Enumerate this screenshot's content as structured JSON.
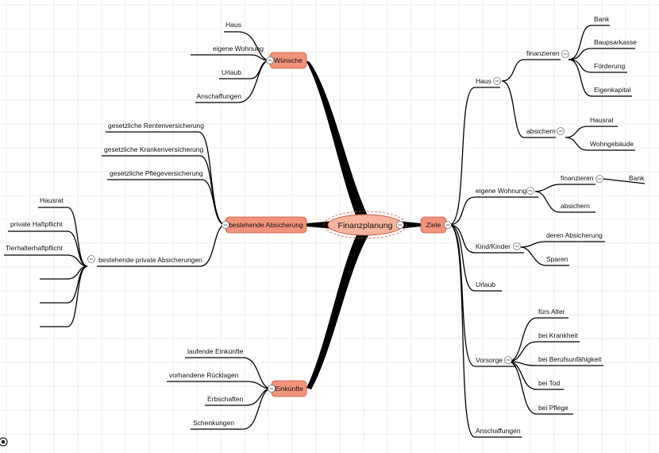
{
  "root": {
    "label": "Finanzplanung",
    "fill": "#f6b49e",
    "stroke": "#c65a3e"
  },
  "branch_fill": "#f2937a",
  "branch_stroke": "#c65a3e",
  "collapse_icon": "minus-circle-icon",
  "focus_icon": "target-dot-icon",
  "branches": {
    "wuensche": {
      "label": "Wünsche",
      "children": [
        "Haus",
        "eigene Wohnung",
        "Urlaub",
        "Anschaffungen"
      ]
    },
    "absicherung": {
      "label": "bestehende Absicherung",
      "children": [
        "gesetzliche Rentenversicherung",
        "gesetzliche Krankenversicherung",
        "gesetzliche Pflegeversicherung"
      ],
      "private": {
        "label": "bestehende private Absicherungen",
        "children": [
          "Hausrat",
          "private Haftpflicht",
          "Tierhalterhaftpflicht",
          "",
          "",
          ""
        ]
      }
    },
    "einkuenfte": {
      "label": "Einkünfte",
      "children": [
        "laufende Einkünfte",
        "vorhandene Rücklagen",
        "Erbschaften",
        "Schenkungen"
      ]
    },
    "ziele": {
      "label": "Ziele",
      "haus": {
        "label": "Haus",
        "finanzieren": {
          "label": "finanzieren",
          "children": [
            "Bank",
            "Baupsarkasse",
            "Förderung",
            "Eigenkapital"
          ]
        },
        "absichern": {
          "label": "absichern",
          "children": [
            "Hausrat",
            "Wohngebäude"
          ]
        }
      },
      "wohnung": {
        "label": "eigene Wohnung",
        "finanzieren": {
          "label": "finanzieren",
          "children": [
            "Bank"
          ]
        },
        "absichern": "absichern"
      },
      "kind": {
        "label": "Kind/Kinder",
        "children": [
          "deren Absicherung",
          "Sparen"
        ]
      },
      "urlaub": "Urlaub",
      "vorsorge": {
        "label": "Vorsorge",
        "children": [
          "fürs Alter",
          "bei Krankheit",
          "bei Berufsunfähigkeit",
          "bei Tod",
          "bei Pflege"
        ]
      },
      "anschaffungen": "Anschaffungen"
    }
  }
}
